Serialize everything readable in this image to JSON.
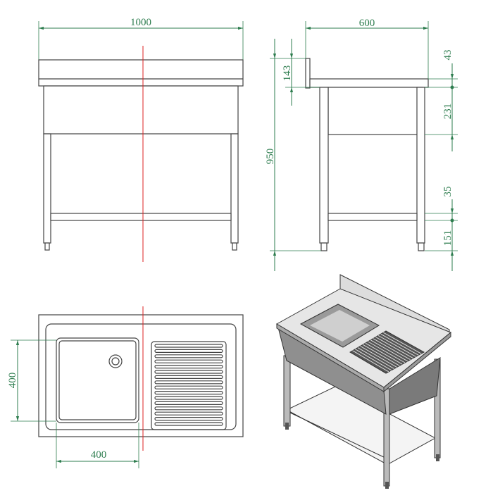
{
  "colors": {
    "dimension": "#2e7d4f",
    "centerline": "#dd2222",
    "outline": "#444444"
  },
  "front_view": {
    "width_label": "1000"
  },
  "side_view": {
    "depth_label": "600",
    "total_height_label": "950",
    "backsplash_label": "143",
    "top_thickness_label": "43",
    "skirt_label": "231",
    "shelf_label": "35",
    "shelf_height_label": "151"
  },
  "top_view": {
    "basin_depth_label": "400",
    "basin_width_label": "400"
  },
  "iso_view": {}
}
